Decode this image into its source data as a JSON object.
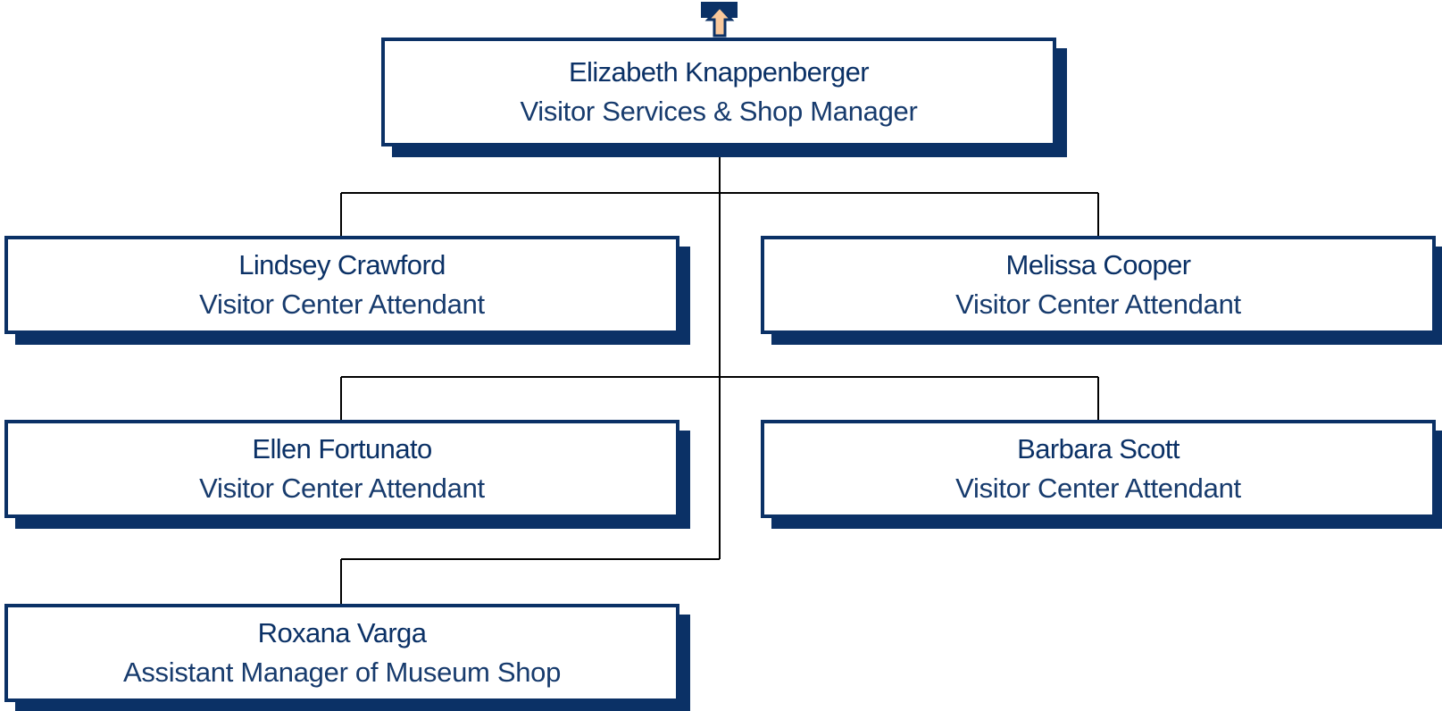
{
  "colors": {
    "box_border": "#0b3166",
    "box_shadow": "#0b3166",
    "text": "#0b3166",
    "connector": "#000000",
    "up_arrow_fill": "#f9c89b",
    "up_arrow_stroke": "#0b3166"
  },
  "icons": {
    "up_arrow": "up-arrow-icon"
  },
  "nodes": {
    "top": {
      "name": "Elizabeth Knappenberger",
      "title": "Visitor Services & Shop Manager"
    },
    "r1_left": {
      "name": "Lindsey Crawford",
      "title": "Visitor Center Attendant"
    },
    "r1_right": {
      "name": "Melissa Cooper",
      "title": "Visitor Center Attendant"
    },
    "r2_left": {
      "name": "Ellen Fortunato",
      "title": "Visitor Center Attendant"
    },
    "r2_right": {
      "name": "Barbara Scott",
      "title": "Visitor Center Attendant"
    },
    "r3_left": {
      "name": "Roxana Varga",
      "title": "Assistant Manager of Museum Shop"
    }
  }
}
